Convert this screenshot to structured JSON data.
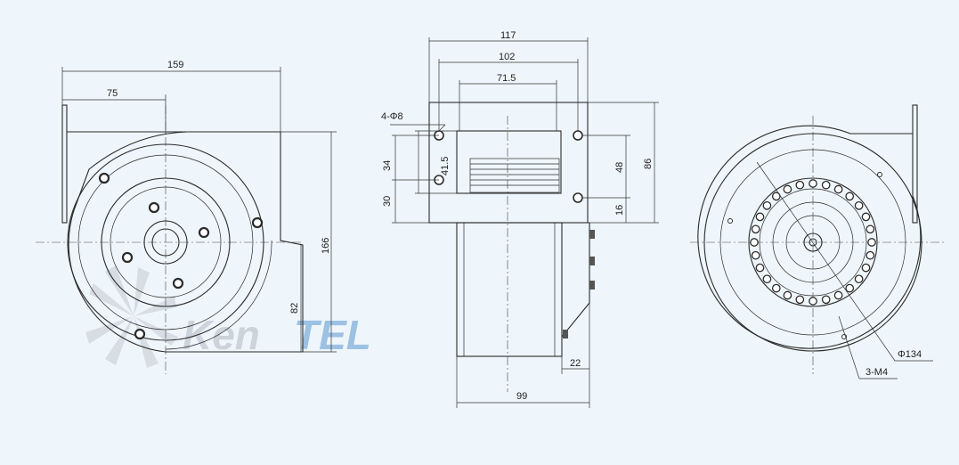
{
  "watermark": {
    "text_a": "Ken",
    "text_b": "TEL",
    "color_a": "#c7ced6",
    "color_b": "#8fb8de"
  },
  "front_view": {
    "width": "159",
    "center_offset": "75",
    "height": "166",
    "outlet_height": "82"
  },
  "side_view": {
    "overall_width": "117",
    "hole_spacing": "102",
    "outlet_width": "71.5",
    "hole_callout": "4-Φ8",
    "dim_34": "34",
    "dim_41_5": "41.5",
    "dim_30": "30",
    "dim_48": "48",
    "dim_86": "86",
    "dim_16": "16",
    "dim_22": "22",
    "depth": "99"
  },
  "rear_view": {
    "diameter": "Φ134",
    "thread_callout": "3-M4"
  },
  "colors": {
    "background": "#eef6fb",
    "line": "#2a2a2a"
  }
}
